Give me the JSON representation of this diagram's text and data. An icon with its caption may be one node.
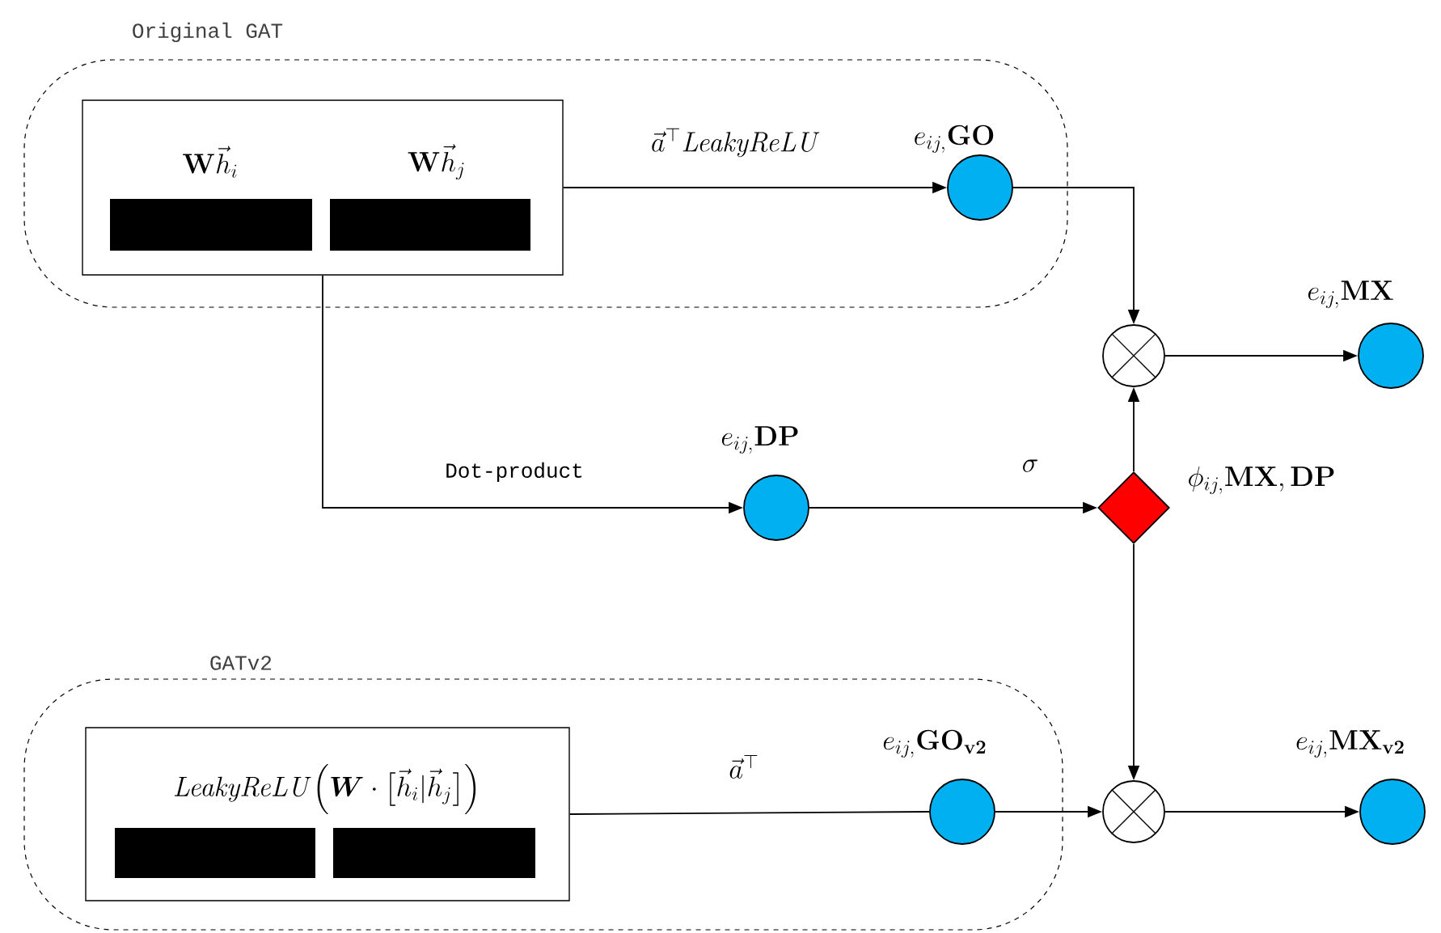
{
  "diagram": {
    "nodes": [
      {
        "text": [
          "Original GAT"
        ]
      },
      {
        "text": [
          "\\mathbf{W}\\vec{h}_i",
          "\\mathbf{W}\\vec{h}_j"
        ],
        "in": 0
      },
      {
        "text": [],
        "shape": "circle",
        "beside": [
          "e_{ij,}\\mathbf{GO}"
        ],
        "in": 0
      },
      {
        "text": [
          "GATv2"
        ]
      },
      {
        "text": [
          "\\mathit{LeakyReLU}\\Big(\\boldsymbol{W}\\cdot\\big[\\vec{h}_i|\\vec{h}_j\\big]\\Big)"
        ],
        "in": 3
      },
      {
        "text": [],
        "shape": "circle",
        "beside": [
          "e_{ij,}\\mathbf{GO_{v2}}"
        ],
        "in": 3
      },
      {
        "text": [],
        "shape": "crossed-circle"
      },
      {
        "text": [],
        "shape": "circle",
        "beside": [
          "e_{ij,}\\mathbf{MX}"
        ]
      },
      {
        "text": [],
        "shape": "circle",
        "beside": [
          "e_{ij,}\\mathbf{DP}"
        ]
      },
      {
        "text": [],
        "shape": "diamond",
        "beside": [
          "\\phi_{ij,}\\mathbf{MX,DP}"
        ]
      },
      {
        "text": [],
        "shape": "crossed-circle"
      },
      {
        "text": [],
        "shape": "circle",
        "beside": [
          "e_{ij,}\\mathbf{MX_{v2}}"
        ]
      }
    ],
    "edges": [
      {
        "from": 1,
        "to": 2,
        "arrow": "to",
        "label": "\\vec{a}^\\top \\mathit{LeakyReLU}"
      },
      {
        "from": 2,
        "to": 6,
        "arrow": "to"
      },
      {
        "from": 6,
        "to": 7,
        "arrow": "to"
      },
      {
        "from": 1,
        "to": 8,
        "arrow": "to",
        "label": "Dot-product"
      },
      {
        "from": 8,
        "to": 9,
        "arrow": "to",
        "label": "\\sigma"
      },
      {
        "from": 9,
        "to": 6,
        "arrow": "to"
      },
      {
        "from": 9,
        "to": 10,
        "arrow": "to"
      },
      {
        "from": 4,
        "to": 5,
        "arrow": "none",
        "label": "\\vec{a}^\\top"
      },
      {
        "from": 5,
        "to": 10,
        "arrow": "to"
      },
      {
        "from": 10,
        "to": 11,
        "arrow": "to"
      }
    ]
  }
}
